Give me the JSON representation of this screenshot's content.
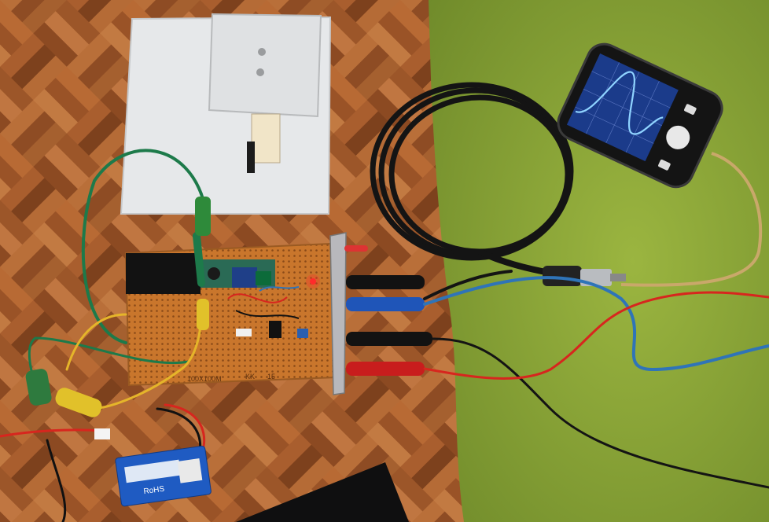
{
  "scene": {
    "board_silkscreen": "100X100M",
    "board_mark": "KK",
    "board_mark2": "15",
    "battery_brand": "RoHS",
    "oscilloscope_screen_labels": [
      "",
      ""
    ]
  },
  "colors": {
    "wood_dark": "#7a3f1c",
    "wood_light": "#c7793e",
    "carpet": "#8aa23a",
    "pcb": "#c9762c",
    "aluminum": "#e8eaec",
    "wire_green": "#1d7a4a",
    "wire_red": "#d7261e",
    "wire_blue": "#2f74b8",
    "wire_black": "#1a1a1a",
    "wire_yellow": "#e5b52a",
    "scope_trace": "#8fd3ff"
  }
}
